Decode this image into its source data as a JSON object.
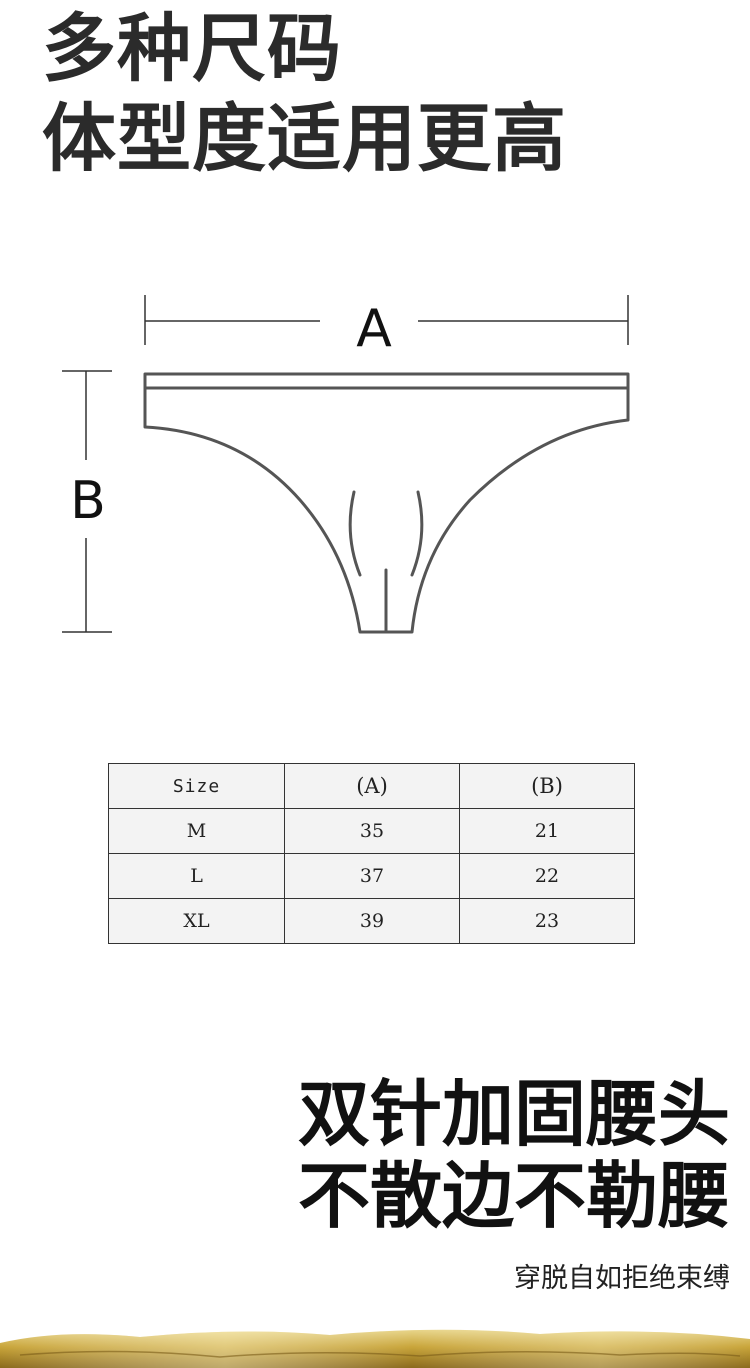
{
  "headline": {
    "line1": "多种尺码",
    "line2": "体型度适用更高"
  },
  "diagram": {
    "label_a": "A",
    "label_b": "B",
    "stroke_color": "#555555"
  },
  "size_table": {
    "headers": [
      "Size",
      "(A)",
      "(B)"
    ],
    "rows": [
      [
        "M",
        "35",
        "21"
      ],
      [
        "L",
        "37",
        "22"
      ],
      [
        "XL",
        "39",
        "23"
      ]
    ]
  },
  "feature": {
    "line1": "双针加固腰头",
    "line2": "不散边不勒腰",
    "caption": "穿脱自如拒绝束缚"
  },
  "colors": {
    "gold": "#c9a53a",
    "table_bg": "#f3f3f3"
  }
}
